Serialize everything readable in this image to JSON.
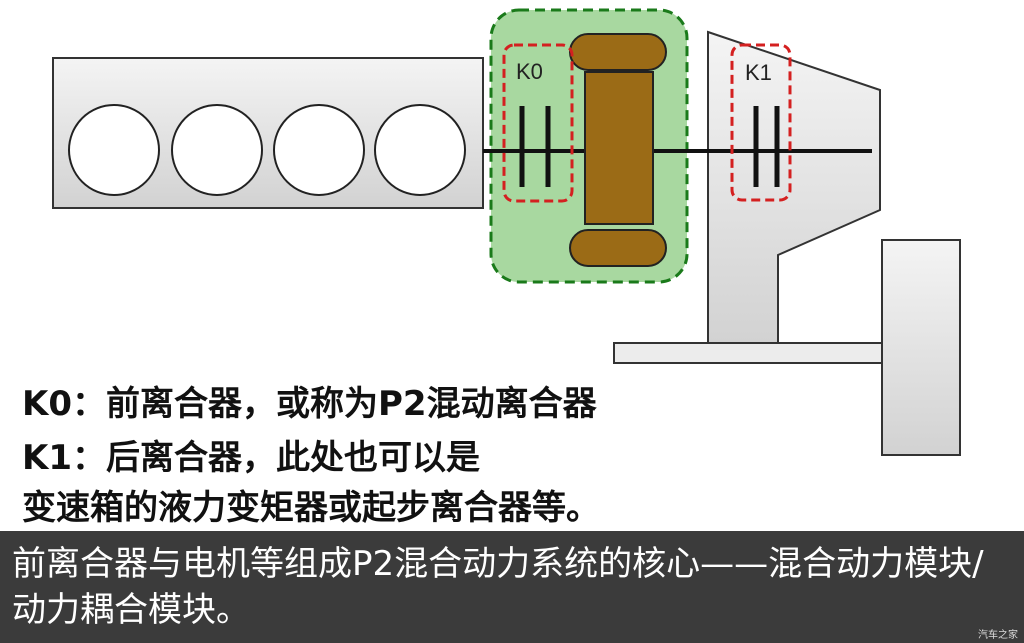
{
  "diagram": {
    "k0_label": "K0",
    "k1_label": "K1"
  },
  "legend": {
    "line1": "K0：前离合器，或称为P2混动离合器",
    "line2": "K1：后离合器，此处也可以是",
    "line3": "变速箱的液力变矩器或起步离合器等。"
  },
  "caption": {
    "text": "前离合器与电机等组成P2混合动力系统的核心——混合动力模块/动力耦合模块。"
  },
  "watermark": "汽车之家",
  "colors": {
    "module_fill": "#a8d8a0",
    "module_border": "#1a7a1a",
    "clutch_box": "#d42020",
    "motor": "#9b6b16",
    "body_gray": "#e6e6e6",
    "caption_bg": "#3b3b3b"
  }
}
